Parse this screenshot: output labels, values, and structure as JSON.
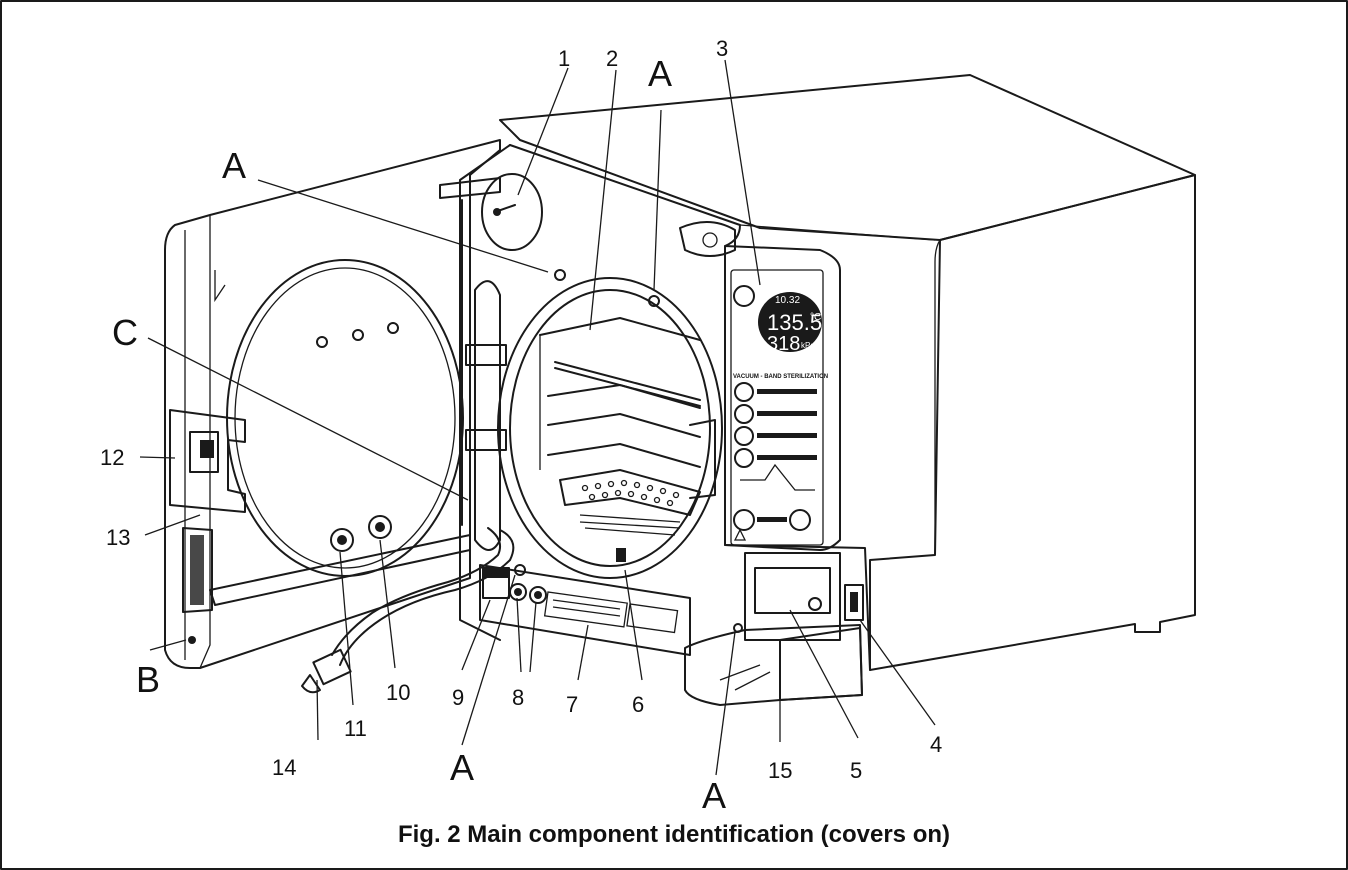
{
  "caption": "Fig. 2 Main component identification (covers on)",
  "callouts": {
    "n1": "1",
    "n2": "2",
    "n3": "3",
    "n4": "4",
    "n5": "5",
    "n6": "6",
    "n7": "7",
    "n8": "8",
    "n9": "9",
    "n10": "10",
    "n11": "11",
    "n12": "12",
    "n13": "13",
    "n14": "14",
    "n15": "15",
    "a1": "A",
    "a2": "A",
    "a3": "A",
    "a4": "A",
    "b": "B",
    "c": "C"
  },
  "display": {
    "time": "10.32",
    "temperature": "135.5",
    "temp_unit": "°C",
    "pressure": "318",
    "pressure_unit": "kPa",
    "mode_banner": "VACUUM - BAND STERILIZATION"
  },
  "colors": {
    "line": "#1a1a1a",
    "background": "#ffffff"
  }
}
